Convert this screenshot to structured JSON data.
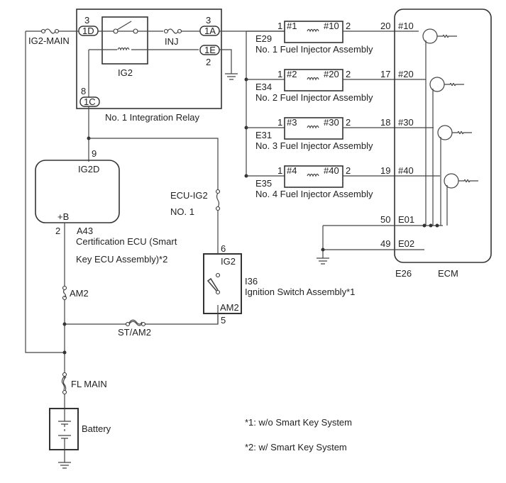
{
  "relay": {
    "name": "No. 1 Integration Relay",
    "inner_label": "IG2",
    "fuse_in": "IG2-MAIN",
    "fuse_inj": "INJ",
    "pins": {
      "d": "1D",
      "a": "1A",
      "e": "1E",
      "c": "1C"
    },
    "pin_nums": {
      "d": "3",
      "a": "3",
      "e": "2",
      "c": "8"
    }
  },
  "injectors": [
    {
      "code": "E29",
      "name": "No. 1 Fuel Injector Assembly",
      "left": "#1",
      "right": "#10",
      "pin1": "1",
      "pin2": "2",
      "ecm_pin": "20",
      "ecm_term": "#10"
    },
    {
      "code": "E34",
      "name": "No. 2 Fuel Injector Assembly",
      "left": "#2",
      "right": "#20",
      "pin1": "1",
      "pin2": "2",
      "ecm_pin": "17",
      "ecm_term": "#20"
    },
    {
      "code": "E31",
      "name": "No. 3 Fuel Injector Assembly",
      "left": "#3",
      "right": "#30",
      "pin1": "1",
      "pin2": "2",
      "ecm_pin": "18",
      "ecm_term": "#30"
    },
    {
      "code": "E35",
      "name": "No. 4 Fuel Injector Assembly",
      "left": "#4",
      "right": "#40",
      "pin1": "1",
      "pin2": "2",
      "ecm_pin": "19",
      "ecm_term": "#40"
    }
  ],
  "ecm": {
    "code": "E26",
    "name": "ECM",
    "e01_pin": "50",
    "e01": "E01",
    "e02_pin": "49",
    "e02": "E02"
  },
  "cert_ecu": {
    "code": "A43",
    "name_line1": "Certification ECU (Smart",
    "name_line2": "Key ECU Assembly)*2",
    "ig2d": "IG2D",
    "plusb": "+B",
    "pin_ig2d": "9",
    "pin_b": "2"
  },
  "fuses": {
    "ecu_ig2_1": "ECU-IG2",
    "ecu_ig2_2": "NO. 1",
    "am2": "AM2",
    "st_am2": "ST/AM2",
    "fl_main": "FL MAIN"
  },
  "ign_switch": {
    "code": "I36",
    "name": "Ignition Switch Assembly*1",
    "ig2": "IG2",
    "am2": "AM2",
    "pin_ig2": "6",
    "pin_am2": "5"
  },
  "battery": {
    "label": "Battery"
  },
  "notes": [
    "*1: w/o Smart Key System",
    "*2: w/ Smart Key System"
  ]
}
